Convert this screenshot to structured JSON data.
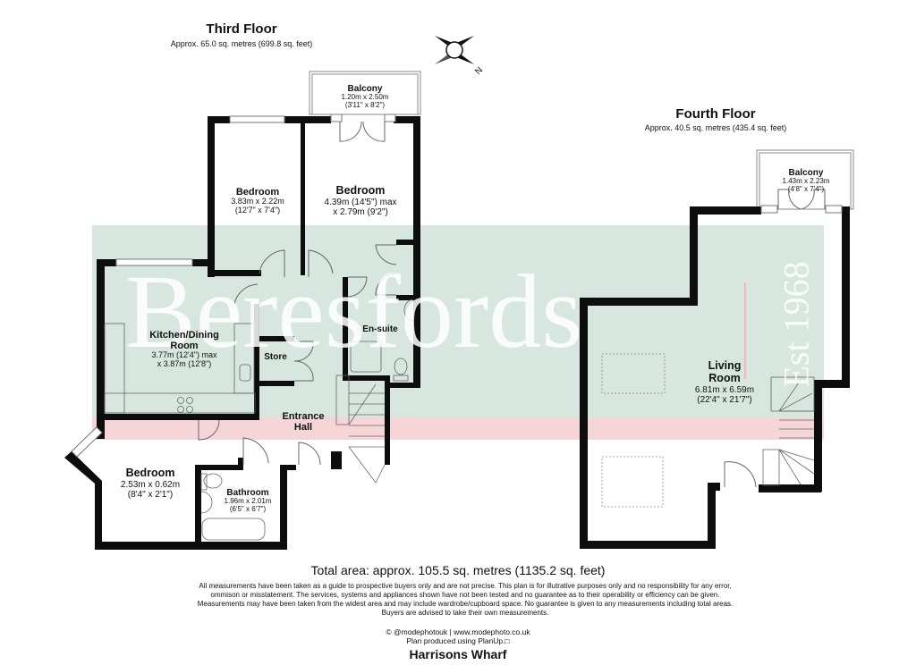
{
  "property": {
    "name": "Harrisons Wharf"
  },
  "watermark": {
    "brand": "Beresfords",
    "tagline": "Est 1968",
    "band_green": "#d7e6df",
    "band_pink": "#f6d5d8"
  },
  "compass": {
    "icon": "compass-rose-icon",
    "north_label": "N"
  },
  "floors": [
    {
      "title": "Third Floor",
      "area": "Approx. 65.0 sq. metres (699.8 sq. feet)",
      "rooms": [
        {
          "name": "Balcony",
          "dims": [
            "1.20m x 2.50m",
            "(3'11\" x 8'2\")"
          ]
        },
        {
          "name": "Bedroom",
          "dims": [
            "3.83m x 2.22m",
            "(12'7\" x 7'4\")"
          ]
        },
        {
          "name": "Bedroom",
          "dims": [
            "4.39m (14'5\") max",
            "x 2.79m (9'2\")"
          ]
        },
        {
          "name": "Kitchen/Dining Room",
          "name_lines": [
            "Kitchen/Dining",
            "Room"
          ],
          "dims": [
            "3.77m (12'4\") max",
            "x 3.87m (12'8\")"
          ]
        },
        {
          "name": "Store",
          "dims": []
        },
        {
          "name": "En-suite",
          "dims": []
        },
        {
          "name": "Entrance Hall",
          "name_lines": [
            "Entrance",
            "Hall"
          ],
          "dims": []
        },
        {
          "name": "Bedroom",
          "dims": [
            "2.53m x 0.62m",
            "(8'4\" x 2'1\")"
          ]
        },
        {
          "name": "Bathroom",
          "dims": [
            "1.96m x 2.01m",
            "(6'5\" x 6'7\")"
          ]
        }
      ]
    },
    {
      "title": "Fourth Floor",
      "area": "Approx. 40.5 sq. metres (435.4 sq. feet)",
      "rooms": [
        {
          "name": "Balcony",
          "dims": [
            "1.43m x 2.23m",
            "(4'8\" x 7'4\")"
          ]
        },
        {
          "name": "Living Room",
          "name_lines": [
            "Living",
            "Room"
          ],
          "dims": [
            "6.81m x 6.59m",
            "(22'4\" x 21'7\")"
          ]
        }
      ]
    }
  ],
  "footer": {
    "total_area": "Total area: approx. 105.5 sq. metres (1135.2 sq. feet)",
    "disclaimer": [
      "All measurements have been taken as a guide to prospective buyers only and are not precise. This plan is for illutrative purposes only and no responsibility for any error,",
      "ommison or misstatement. The services, systems and appliances shown have not been tested and no guarantee as to their operability or efficiency can be given.",
      "Measurements may have been taken from the widest area and may include wardrobe/cupboard space. No guarantee is given to any measurements including total areas.",
      "Buyers are advised to take their own measurements."
    ],
    "credit_line_1": "© @modephotouk | www.modephoto.co.uk",
    "credit_line_2": "Plan produced using PlanUp.□"
  },
  "colors": {
    "wall": "#0d0d0d",
    "fixture_line": "#666666",
    "background": "#ffffff"
  }
}
